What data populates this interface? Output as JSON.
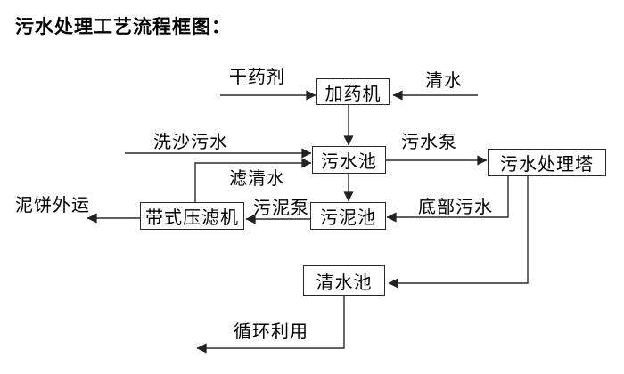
{
  "title": "污水处理工艺流程框图：",
  "colors": {
    "background": "#ffffff",
    "line": "#2a2a2a",
    "box_border": "#2a2a2a",
    "text": "#000000"
  },
  "flowchart": {
    "nodes": {
      "dosing_machine": "加药机",
      "sewage_pool": "污水池",
      "treatment_tower": "污水处理塔",
      "sludge_pool": "污泥池",
      "belt_filter_press": "带式压滤机",
      "clean_water_pool": "清水池"
    },
    "edge_labels": {
      "dry_agent": "干药剂",
      "clean_water": "清水",
      "sand_wash_sewage": "洗沙污水",
      "sewage_pump": "污水泵",
      "filtered_water": "滤清水",
      "bottom_sewage": "底部污水",
      "sludge_pump": "污泥泵",
      "mud_cake_out": "泥饼外运",
      "recycle_use": "循环利用"
    },
    "edges": [
      {
        "label": "干药剂",
        "to": "加药机"
      },
      {
        "label": "清水",
        "to": "加药机"
      },
      {
        "from": "加药机",
        "to": "污水池"
      },
      {
        "label": "洗沙污水",
        "to": "污水池"
      },
      {
        "from": "带式压滤机",
        "label": "滤清水",
        "to": "污水池"
      },
      {
        "from": "污水池",
        "label": "污水泵",
        "to": "污水处理塔"
      },
      {
        "from": "污水池",
        "to": "污泥池"
      },
      {
        "from": "污水处理塔",
        "label": "底部污水",
        "to": "污泥池"
      },
      {
        "from": "污泥池",
        "label": "污泥泵",
        "to": "带式压滤机"
      },
      {
        "from": "带式压滤机",
        "label": "泥饼外运"
      },
      {
        "from": "污水处理塔",
        "to": "清水池"
      },
      {
        "from": "清水池",
        "label": "循环利用"
      }
    ]
  }
}
